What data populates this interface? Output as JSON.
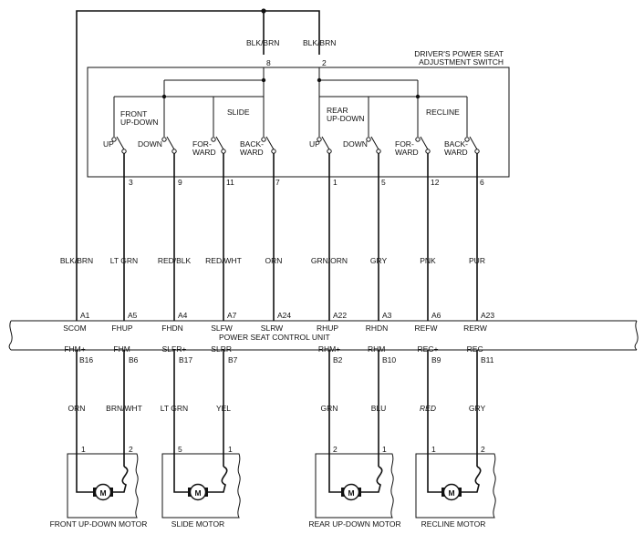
{
  "top_wires": [
    {
      "label": "BLK/BRN",
      "pin": "8"
    },
    {
      "label": "BLK/BRN",
      "pin": "2"
    }
  ],
  "switch": {
    "title_line1": "DRIVER'S POWER SEAT",
    "title_line2": "ADJUSTMENT SWITCH",
    "groups": [
      {
        "name_line1": "FRONT",
        "name_line2": "UP-DOWN"
      },
      {
        "name_line1": "SLIDE",
        "name_line2": ""
      },
      {
        "name_line1": "REAR",
        "name_line2": "UP-DOWN"
      },
      {
        "name_line1": "RECLINE",
        "name_line2": ""
      }
    ],
    "positions": [
      {
        "l1": "UP",
        "l2": ""
      },
      {
        "l1": "DOWN",
        "l2": ""
      },
      {
        "l1": "FOR-",
        "l2": "WARD"
      },
      {
        "l1": "BACK-",
        "l2": "WARD"
      },
      {
        "l1": "UP",
        "l2": ""
      },
      {
        "l1": "DOWN",
        "l2": ""
      },
      {
        "l1": "FOR-",
        "l2": "WARD"
      },
      {
        "l1": "BACK-",
        "l2": "WARD"
      }
    ],
    "pins": [
      "3",
      "9",
      "11",
      "7",
      "1",
      "5",
      "12",
      "6"
    ]
  },
  "input_wires": [
    {
      "color": "BLK/BRN",
      "connector": "A1",
      "signal": "SCOM"
    },
    {
      "color": "LT GRN",
      "connector": "A5",
      "signal": "FHUP"
    },
    {
      "color": "RED/BLK",
      "connector": "A4",
      "signal": "FHDN"
    },
    {
      "color": "RED/WHT",
      "connector": "A7",
      "signal": "SLFW"
    },
    {
      "color": "ORN",
      "connector": "A24",
      "signal": "SLRW"
    },
    {
      "color": "GRN/ORN",
      "connector": "A22",
      "signal": "RHUP"
    },
    {
      "color": "GRY",
      "connector": "A3",
      "signal": "RHDN"
    },
    {
      "color": "PNK",
      "connector": "A6",
      "signal": "REFW"
    },
    {
      "color": "PUR",
      "connector": "A23",
      "signal": "RERW"
    }
  ],
  "control_unit": {
    "label": "POWER SEAT CONTROL UNIT"
  },
  "output_wires": [
    {
      "signal": "FHM+",
      "connector": "B16",
      "color": "ORN",
      "pin": "1"
    },
    {
      "signal": "FHM–",
      "connector": "B6",
      "color": "BRN/WHT",
      "pin": "2"
    },
    {
      "signal": "SLFR+",
      "connector": "B17",
      "color": "LT GRN",
      "pin": "5"
    },
    {
      "signal": "SLRR–",
      "connector": "B7",
      "color": "YEL",
      "pin": "1"
    },
    {
      "signal": "RHM+",
      "connector": "B2",
      "color": "GRN",
      "pin": "2"
    },
    {
      "signal": "RHM–",
      "connector": "B10",
      "color": "BLU",
      "pin": "1"
    },
    {
      "signal": "REC+",
      "connector": "B9",
      "color": "RED",
      "pin": "1"
    },
    {
      "signal": "REC–",
      "connector": "B11",
      "color": "GRY",
      "pin": "2"
    }
  ],
  "motors": [
    {
      "label": "FRONT UP-DOWN MOTOR",
      "symbol": "M"
    },
    {
      "label": "SLIDE MOTOR",
      "symbol": "M"
    },
    {
      "label": "REAR UP-DOWN MOTOR",
      "symbol": "M"
    },
    {
      "label": "RECLINE MOTOR",
      "symbol": "M"
    }
  ]
}
